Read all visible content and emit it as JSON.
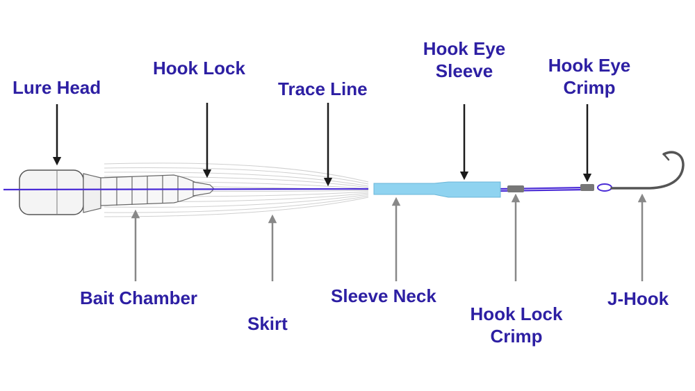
{
  "labels": {
    "lure_head": "Lure Head",
    "hook_lock": "Hook Lock",
    "trace_line": "Trace Line",
    "hook_eye_sleeve": [
      "Hook Eye",
      "Sleeve"
    ],
    "hook_eye_crimp": [
      "Hook Eye",
      "Crimp"
    ],
    "bait_chamber": "Bait Chamber",
    "skirt": "Skirt",
    "sleeve_neck": "Sleeve Neck",
    "hook_lock_crimp": [
      "Hook Lock",
      "Crimp"
    ],
    "j_hook": "J-Hook"
  },
  "colors": {
    "label_text": "#2d1fa3",
    "trace_line": "#4a2bd6",
    "sleeve": "#8fd3f0",
    "top_arrow": "#1a1a1a",
    "bottom_arrow": "#888888",
    "hook": "#555555",
    "crimp": "#777777"
  }
}
